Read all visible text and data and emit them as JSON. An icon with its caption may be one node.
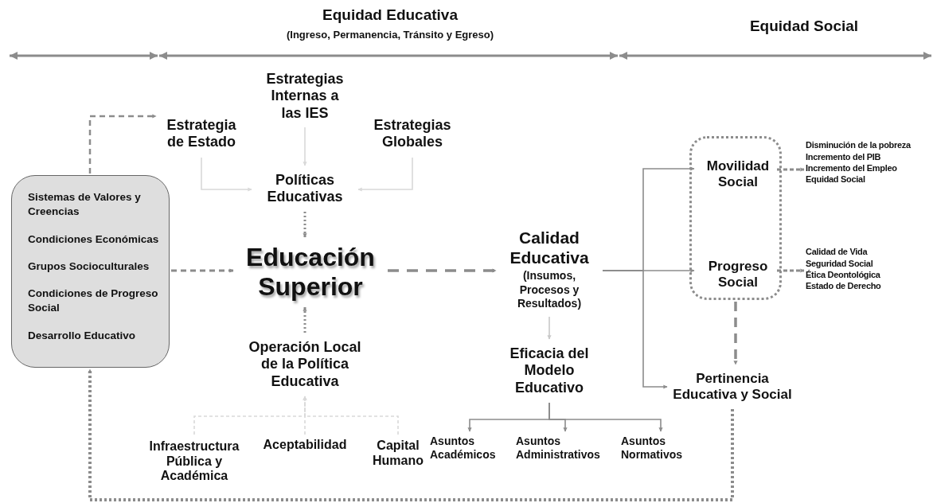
{
  "diagram": {
    "nodes": [
      {
        "text": [
          "Sistemas de Valores y Creencias",
          "Condiciones Económicas",
          "Grupos Socioculturales",
          "Condiciones de Progreso Social",
          "Desarrollo Educativo"
        ]
      },
      {
        "text": [
          "Estrategia de Estado"
        ]
      },
      {
        "text": [
          "Estrategias Internas a las IES"
        ]
      },
      {
        "text": [
          "Estrategias Globales"
        ]
      },
      {
        "text": [
          "Políticas Educativas"
        ]
      },
      {
        "text": [
          "Educación Superior"
        ]
      },
      {
        "text": [
          "Operación Local de la Política Educativa"
        ]
      },
      {
        "text": [
          "Infraestructura Pública y Académica"
        ]
      },
      {
        "text": [
          "Aceptabilidad"
        ]
      },
      {
        "text": [
          "Capital Humano"
        ]
      },
      {
        "text": [
          "Calidad Educativa",
          "(Insumos, Procesos y Resultados)"
        ]
      },
      {
        "text": [
          "Eficacia del Modelo Educativo"
        ]
      },
      {
        "text": [
          "Asuntos Académicos"
        ]
      },
      {
        "text": [
          "Asuntos Administrativos"
        ]
      },
      {
        "text": [
          "Asuntos Normativos"
        ]
      },
      {
        "text": [],
        "shape": "box"
      },
      {
        "text": [
          "Movilidad Social"
        ],
        "in": 15
      },
      {
        "text": [
          "Progreso Social"
        ],
        "in": 15
      },
      {
        "text": [
          "Pertinencia Educativa y Social"
        ]
      },
      {
        "text": [
          "Disminución de la pobreza",
          "Incremento del PIB",
          "Incremento del Empleo",
          "Equidad Social"
        ]
      },
      {
        "text": [
          "Calidad de Vida",
          "Seguridad Social",
          "Ética Deontológica",
          "Estado de Derecho"
        ]
      }
    ],
    "edges": [
      {
        "from": 0,
        "to": 1,
        "arrow": "to",
        "style": "dashed"
      },
      {
        "from": 1,
        "to": 4,
        "arrow": "to",
        "color": "#d9d9d9"
      },
      {
        "from": 2,
        "to": 4,
        "arrow": "to",
        "color": "#d9d9d9"
      },
      {
        "from": 3,
        "to": 4,
        "arrow": "to",
        "color": "#d9d9d9"
      },
      {
        "from": 4,
        "to": 5,
        "arrow": "to",
        "style": "dashed"
      },
      {
        "from": 0,
        "to": 5,
        "arrow": "to",
        "style": "dashed"
      },
      {
        "from": 6,
        "to": 5,
        "arrow": "to",
        "style": "dashed"
      },
      {
        "from": 7,
        "to": 6,
        "arrow": "to",
        "style": "dashed",
        "color": "#d9d9d9"
      },
      {
        "from": 8,
        "to": 6,
        "arrow": "to",
        "style": "dashed",
        "color": "#d9d9d9"
      },
      {
        "from": 9,
        "to": 6,
        "arrow": "to",
        "style": "dashed",
        "color": "#d9d9d9"
      },
      {
        "from": 5,
        "to": 10,
        "arrow": "to",
        "style": "dashed"
      },
      {
        "from": 10,
        "to": 11,
        "arrow": "to",
        "color": "#c8c8c8"
      },
      {
        "from": 11,
        "to": 12,
        "arrow": "to"
      },
      {
        "from": 11,
        "to": 13,
        "arrow": "to"
      },
      {
        "from": 11,
        "to": 14,
        "arrow": "to"
      },
      {
        "from": 10,
        "to": 16,
        "arrow": "to"
      },
      {
        "from": 10,
        "to": 17,
        "arrow": "to"
      },
      {
        "from": 10,
        "to": 18,
        "arrow": "to"
      },
      {
        "from": 16,
        "to": 19,
        "arrow": "to",
        "style": "dashed"
      },
      {
        "from": 17,
        "to": 20,
        "arrow": "to",
        "style": "dashed"
      },
      {
        "from": 15,
        "to": 18,
        "arrow": "to",
        "style": "dashed"
      },
      {
        "from": 18,
        "to": 0,
        "arrow": "to",
        "style": "dashed"
      }
    ],
    "labels": [
      "Equidad Educativa",
      "(Ingreso, Permanencia, Tránsito y Egreso)",
      "Equidad Social"
    ]
  }
}
